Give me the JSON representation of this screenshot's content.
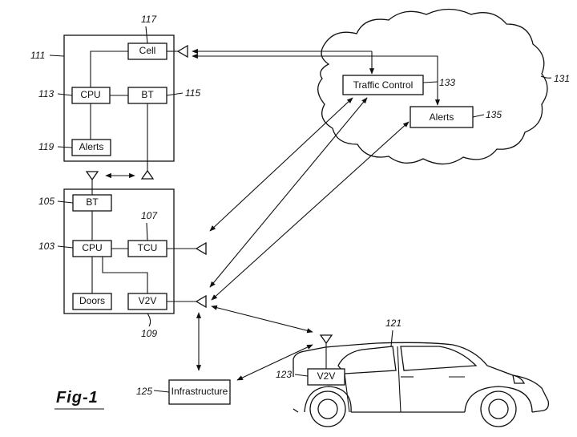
{
  "labels": {
    "cell": "Cell",
    "cpu_top": "CPU",
    "bt_top": "BT",
    "alerts_top": "Alerts",
    "bt_vehicle": "BT",
    "cpu_vehicle": "CPU",
    "tcu": "TCU",
    "doors": "Doors",
    "v2v_vehicle": "V2V",
    "traffic_control": "Traffic Control",
    "alerts_cloud": "Alerts",
    "infrastructure": "Infrastructure",
    "v2v_car": "V2V"
  },
  "refs": {
    "r117": "117",
    "r111": "111",
    "r113": "113",
    "r115": "115",
    "r119": "119",
    "r105": "105",
    "r107": "107",
    "r103": "103",
    "r109": "109",
    "r131": "131",
    "r133": "133",
    "r135": "135",
    "r121": "121",
    "r123": "123",
    "r125": "125"
  },
  "figure_label": "Fig-1"
}
